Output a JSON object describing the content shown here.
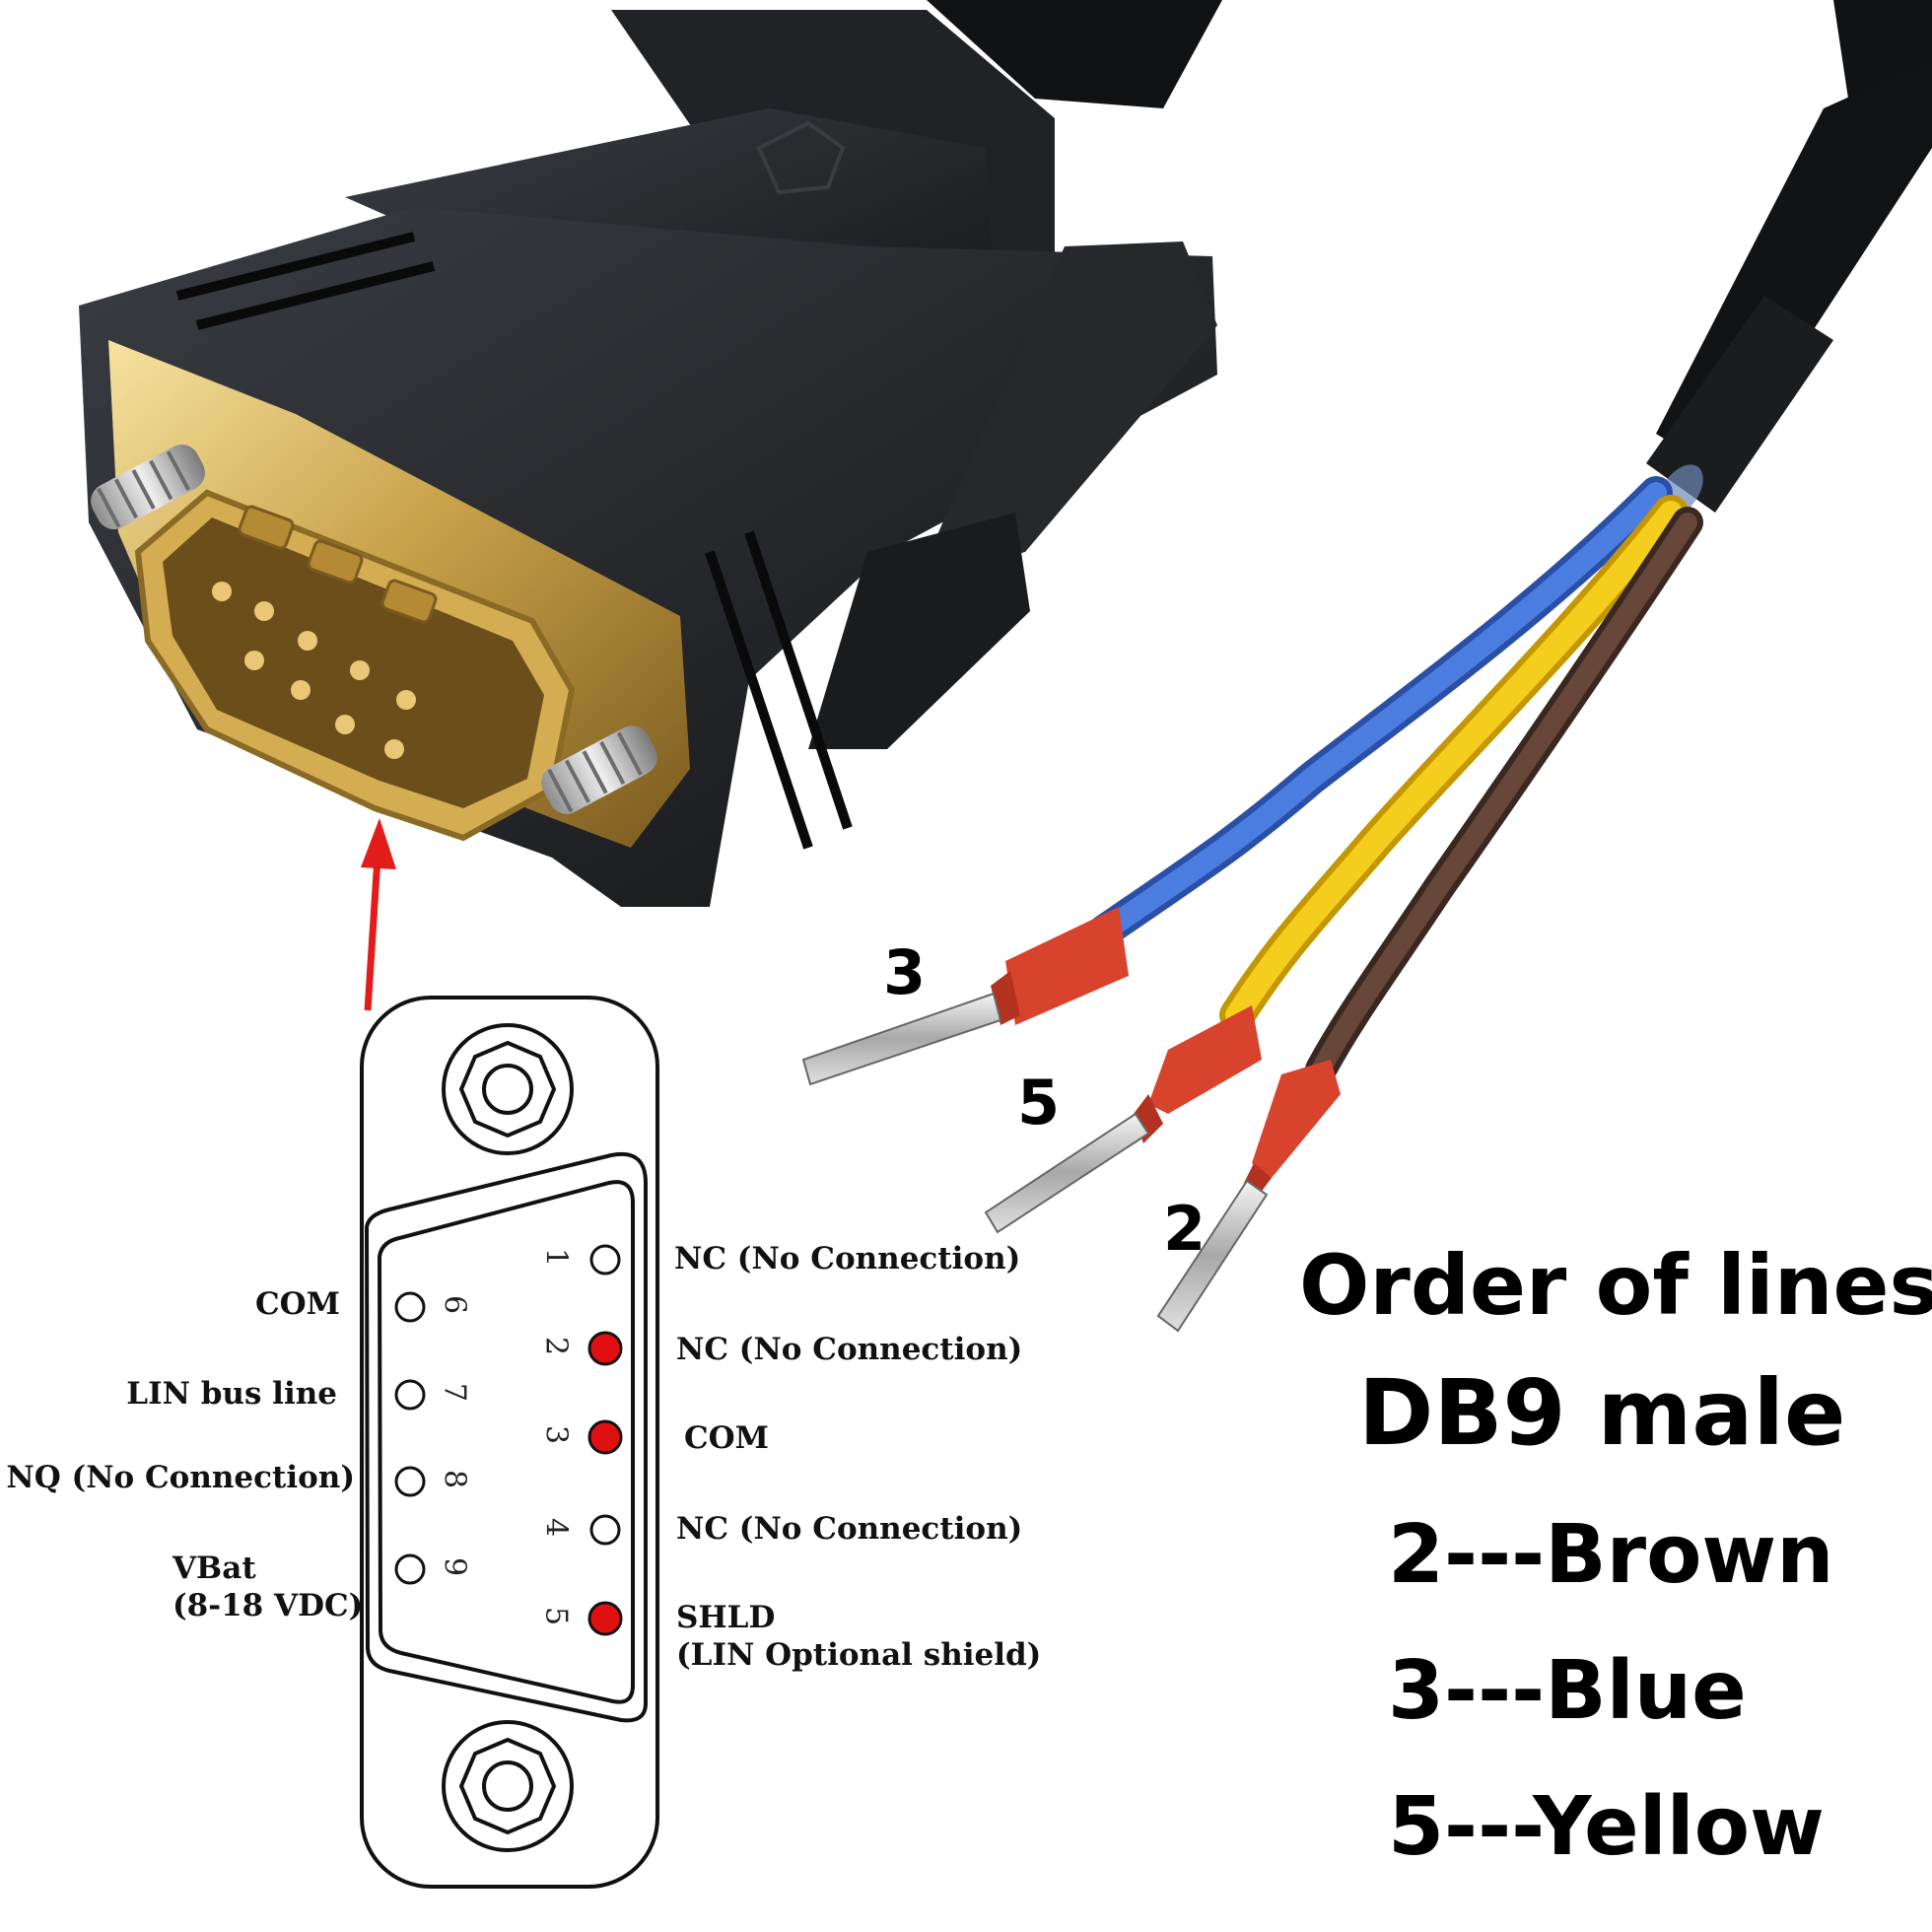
{
  "wire_labels": {
    "blue": "3",
    "yellow": "5",
    "brown": "2"
  },
  "pinout": {
    "left": [
      {
        "pin": "6",
        "label": "COM"
      },
      {
        "pin": "7",
        "label": "LIN bus line"
      },
      {
        "pin": "8",
        "label": "NQ (No Connection)"
      },
      {
        "pin": "9",
        "label": "VBat\n(8-18 VDC)"
      }
    ],
    "right": [
      {
        "pin": "1",
        "label": "NC (No Connection)"
      },
      {
        "pin": "2",
        "label": "NC (No Connection)"
      },
      {
        "pin": "3",
        "label": "COM"
      },
      {
        "pin": "4",
        "label": "NC (No Connection)"
      },
      {
        "pin": "5",
        "label": "SHLD\n(LIN Optional shield)"
      }
    ]
  },
  "order": {
    "title": "Order of lines:",
    "subtitle": "DB9 male",
    "lines": [
      "2---Brown",
      "3---Blue",
      "5---Yellow"
    ]
  },
  "colors": {
    "wire_blue": "#3f6fd0",
    "wire_yellow": "#f2c417",
    "wire_brown": "#5e4033",
    "ferrule_red": "#d8432e",
    "pin_active_red": "#e01010",
    "arrow_red": "#e21b1b",
    "connector_black": "#1d1f22",
    "shell_gold": "#c9a24a"
  }
}
